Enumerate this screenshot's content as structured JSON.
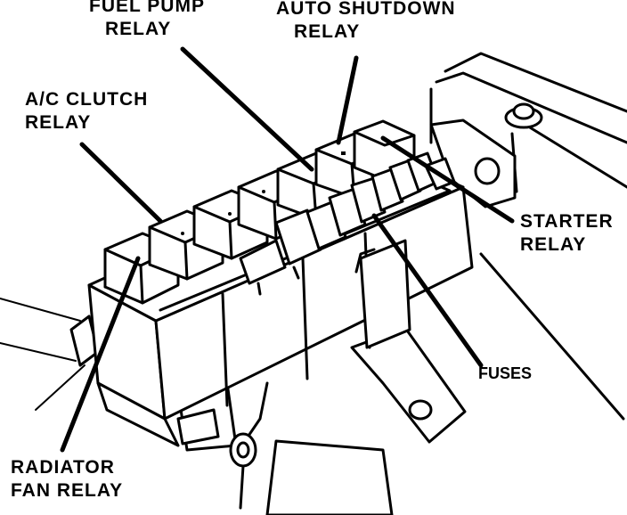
{
  "labels": {
    "fuel_pump_relay": {
      "line1": "FUEL PUMP",
      "line2": "RELAY"
    },
    "auto_shutdown_relay": {
      "line1": "AUTO SHUTDOWN",
      "line2": "RELAY"
    },
    "ac_clutch_relay": {
      "line1": "A/C CLUTCH",
      "line2": "RELAY"
    },
    "starter_relay": {
      "line1": "STARTER",
      "line2": "RELAY"
    },
    "fuses": {
      "line1": "FUSES"
    },
    "radiator_fan_relay": {
      "line1": "RADIATOR",
      "line2": "FAN RELAY"
    }
  },
  "colors": {
    "ink": "#000000",
    "paper": "#ffffff"
  }
}
